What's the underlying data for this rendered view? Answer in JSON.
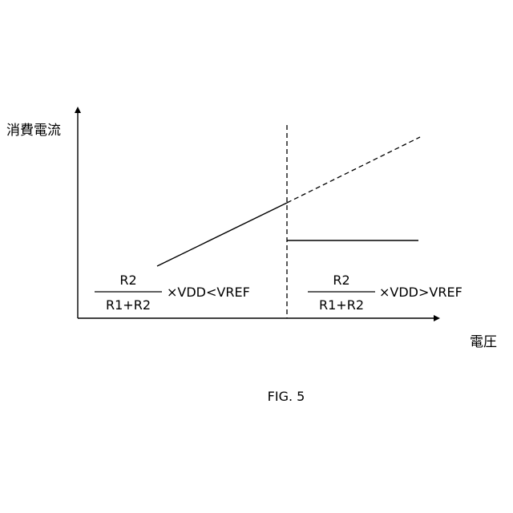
{
  "axes": {
    "y_label": "消費電流",
    "x_label": "電圧"
  },
  "region_left": {
    "numerator": "R2",
    "denominator": "R1+R2",
    "condition": "×VDD<VREF"
  },
  "region_right": {
    "numerator": "R2",
    "denominator": "R1+R2",
    "condition": "×VDD>VREF"
  },
  "caption": "FIG. 5"
}
